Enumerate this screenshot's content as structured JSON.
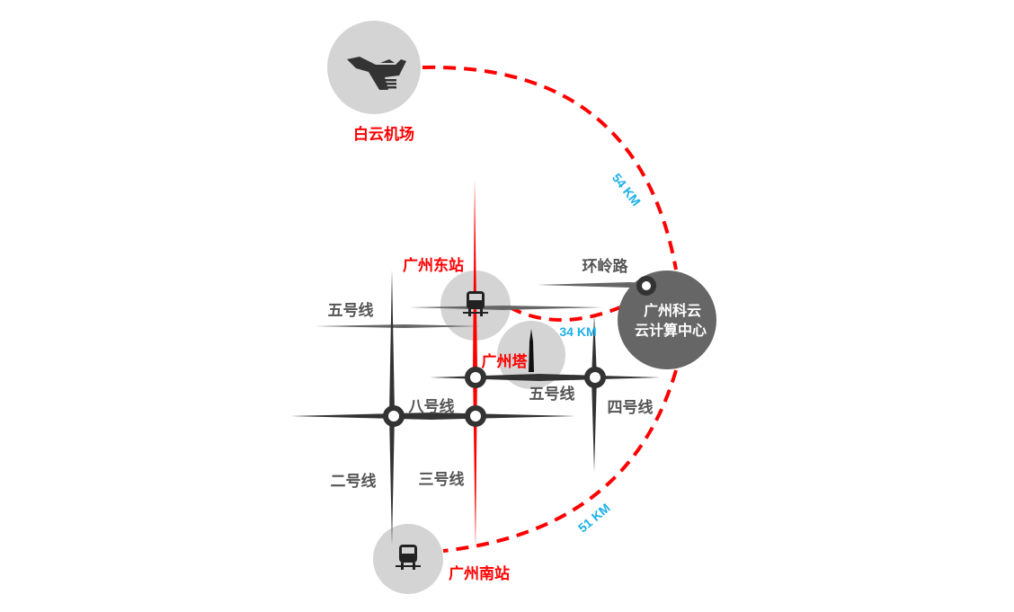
{
  "places": {
    "airport": "白云机场",
    "east_station": "广州东站",
    "tower": "广州塔",
    "south_station": "广州南站",
    "datacenter_line1": "广州科云",
    "datacenter_line2": "云计算中心"
  },
  "lines": {
    "line5_left": "五号线",
    "line5_mid": "五号线",
    "huanling_road": "环岭路",
    "line4": "四号线",
    "line8": "八号线",
    "line2": "二号线",
    "line3": "三号线"
  },
  "distances": {
    "airport": "54 KM",
    "east_station": "34 KM",
    "south_station": "51 KM"
  },
  "colors": {
    "route": "#ff0000",
    "distance": "#1ab0e8",
    "line": "#333333",
    "datacenter": "#666666",
    "poi_circle": "#d4d4d4"
  }
}
